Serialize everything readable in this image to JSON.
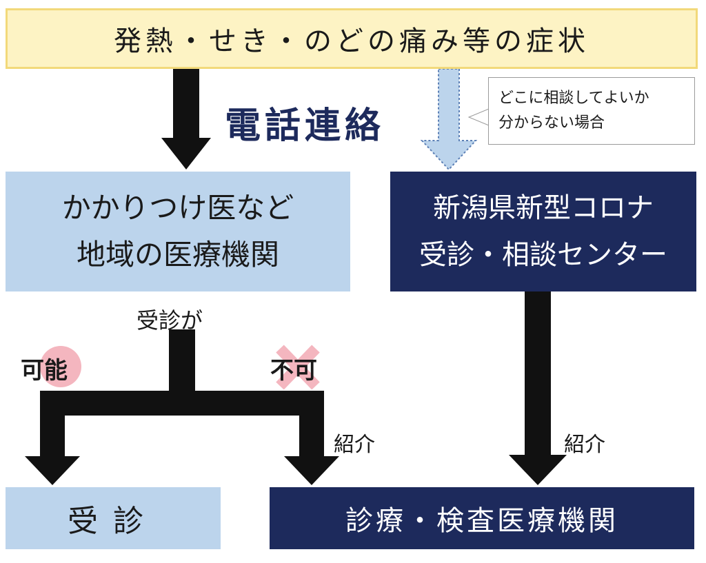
{
  "nodes": {
    "symptoms": "発熱・せき・のどの痛み等の症状",
    "local_line1": "かかりつけ医など",
    "local_line2": "地域の医療機関",
    "center_line1": "新潟県新型コロナ",
    "center_line2": "受診・相談センター",
    "consultation": "受診",
    "exam_institution": "診療・検査医療機関"
  },
  "labels": {
    "phone_contact": "電話連絡",
    "callout_line1": "どこに相談してよいか",
    "callout_line2": "分からない場合",
    "jushin_ga": "受診が",
    "possible": "可能",
    "impossible": "不可",
    "referral_left": "紹介",
    "referral_right": "紹介"
  },
  "colors": {
    "arrow": "#111111",
    "dotted_arrow_fill": "#bcd4ec",
    "dotted_arrow_stroke": "#5b7fb5",
    "circle_mark": "#f4b6bf",
    "cross_mark": "#f4b6bf"
  }
}
